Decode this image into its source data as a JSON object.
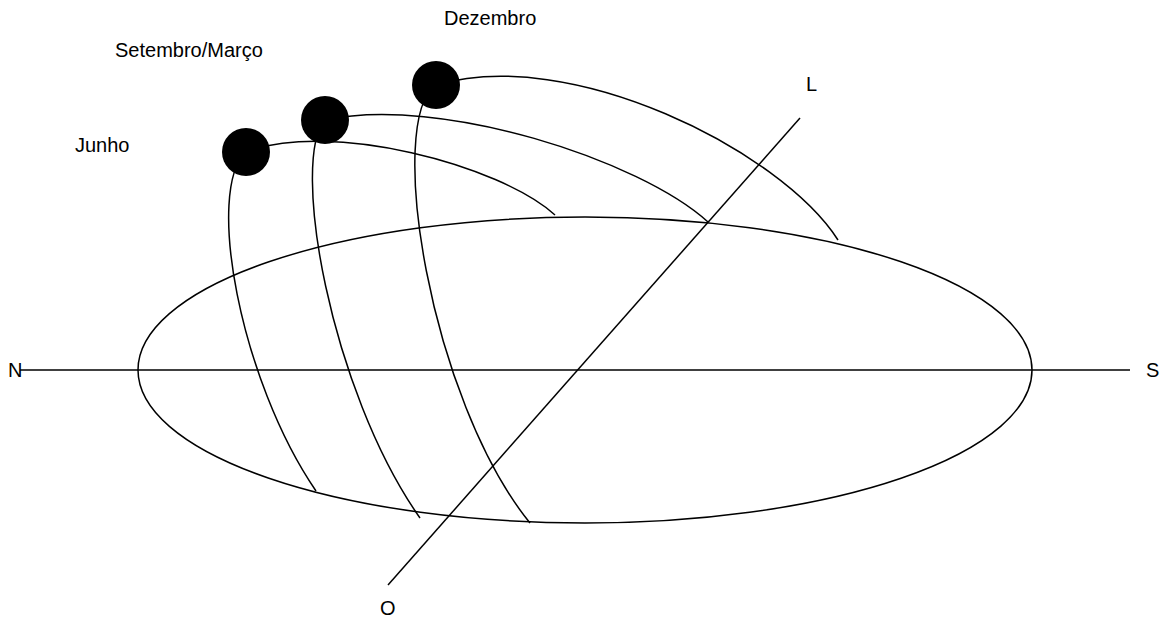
{
  "diagram": {
    "labels": [
      "Dezembro",
      "Setembro/Março",
      "Junho",
      "L",
      "N",
      "S",
      "O"
    ]
  }
}
